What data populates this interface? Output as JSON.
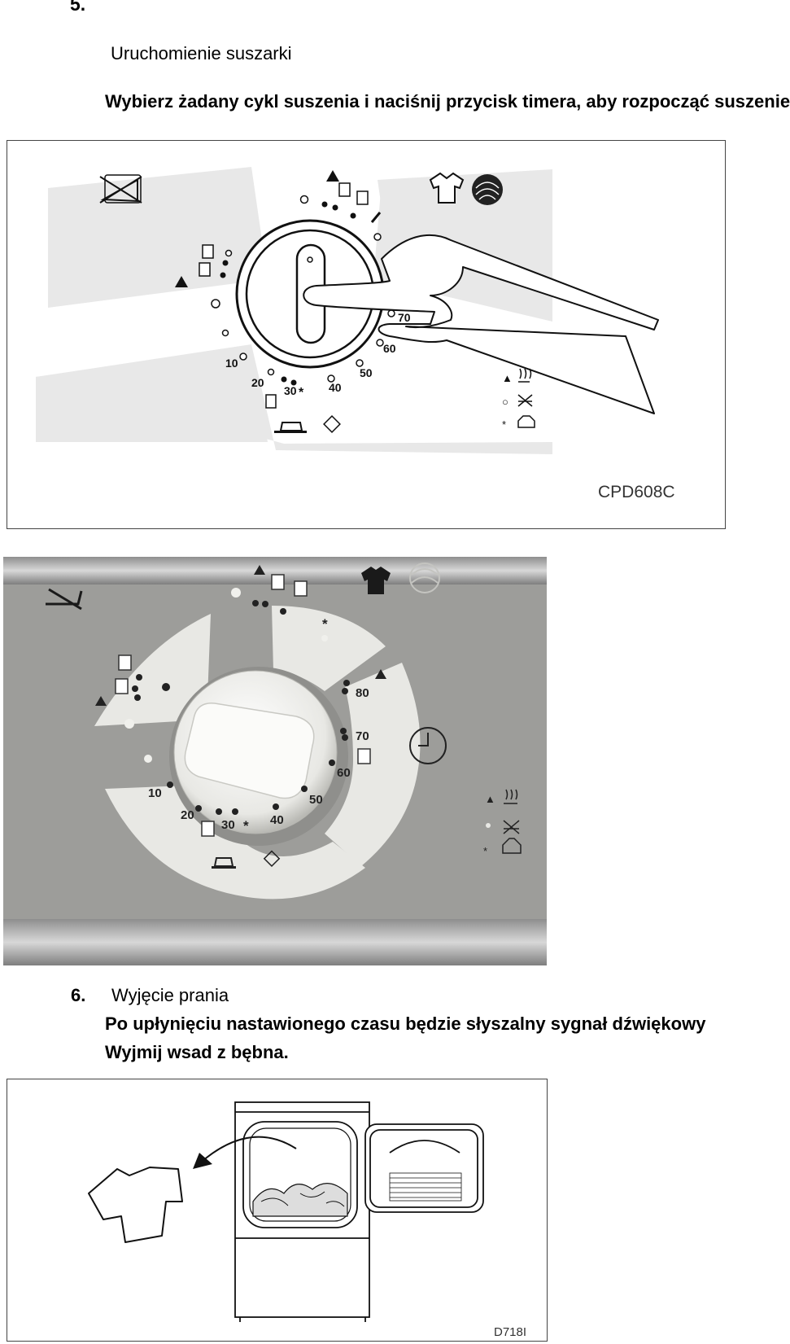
{
  "section5": {
    "number": "5.",
    "title": "Uruchomienie suszarki",
    "instruction": "Wybierz żadany cykl suszenia i naciśnij przycisk timera, aby rozpocząć suszenie"
  },
  "figure1": {
    "code": "CPD608C",
    "dial_numbers": [
      "10",
      "20",
      "30",
      "40",
      "50",
      "60",
      "70"
    ],
    "star": "*",
    "legend": [
      "▲",
      "○",
      "*"
    ]
  },
  "figure2": {
    "dial_numbers": [
      "10",
      "20",
      "30",
      "40",
      "50",
      "60",
      "70",
      "80"
    ],
    "star": "*",
    "legend": [
      "▲",
      "*"
    ]
  },
  "section6": {
    "number": "6.",
    "title": "Wyjęcie prania",
    "line1": "Po upłynięciu nastawionego czasu będzie słyszalny sygnał dźwiękowy",
    "line2": "Wyjmij wsad z bębna."
  },
  "figure3": {
    "code": "D718I"
  },
  "colors": {
    "panel_gray": "#e6e6e6",
    "photo_gray": "#9a9a98",
    "photo_light": "#e9e9e6",
    "ink": "#111111"
  }
}
